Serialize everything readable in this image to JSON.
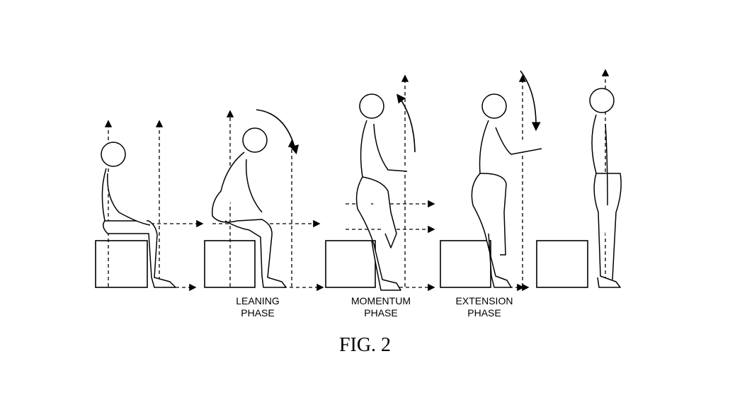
{
  "labels": {
    "leaning": [
      "LEANING",
      "PHASE"
    ],
    "momentum": [
      "MOMENTUM",
      "PHASE"
    ],
    "extension": [
      "EXTENSION",
      "PHASE"
    ]
  },
  "caption": "FIG. 2"
}
